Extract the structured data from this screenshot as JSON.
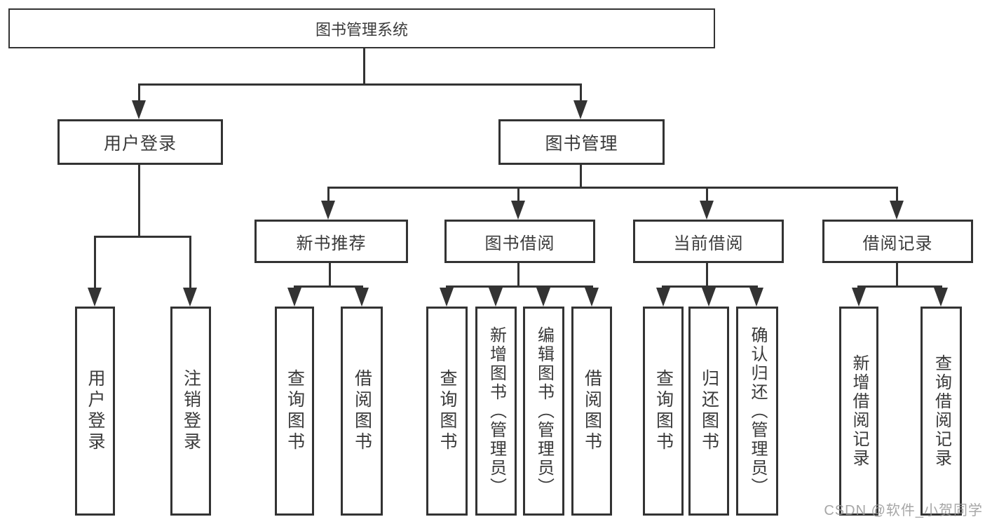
{
  "diagram_title": "图书管理系统",
  "tree": {
    "root": {
      "label": "图书管理系统",
      "children": [
        {
          "label": "用户登录",
          "children": [
            {
              "label": "用户登录"
            },
            {
              "label": "注销登录"
            }
          ]
        },
        {
          "label": "图书管理",
          "children": [
            {
              "label": "新书推荐",
              "children": [
                {
                  "label": "查询图书"
                },
                {
                  "label": "借阅图书"
                }
              ]
            },
            {
              "label": "图书借阅",
              "children": [
                {
                  "label": "查询图书"
                },
                {
                  "label": "新增图书（管理员）"
                },
                {
                  "label": "编辑图书（管理员）"
                },
                {
                  "label": "借阅图书"
                }
              ]
            },
            {
              "label": "当前借阅",
              "children": [
                {
                  "label": "查询图书"
                },
                {
                  "label": "归还图书"
                },
                {
                  "label": "确认归还（管理员）"
                }
              ]
            },
            {
              "label": "借阅记录",
              "children": [
                {
                  "label": "新增借阅记录"
                },
                {
                  "label": "查询借阅记录"
                }
              ]
            }
          ]
        }
      ]
    }
  },
  "watermark": {
    "text": "CSDN @软件_小贺同学"
  },
  "colors": {
    "line": "#333333",
    "box_border": "#333333",
    "text": "#3a3a3a",
    "background": "#ffffff",
    "watermark": "#969696"
  }
}
